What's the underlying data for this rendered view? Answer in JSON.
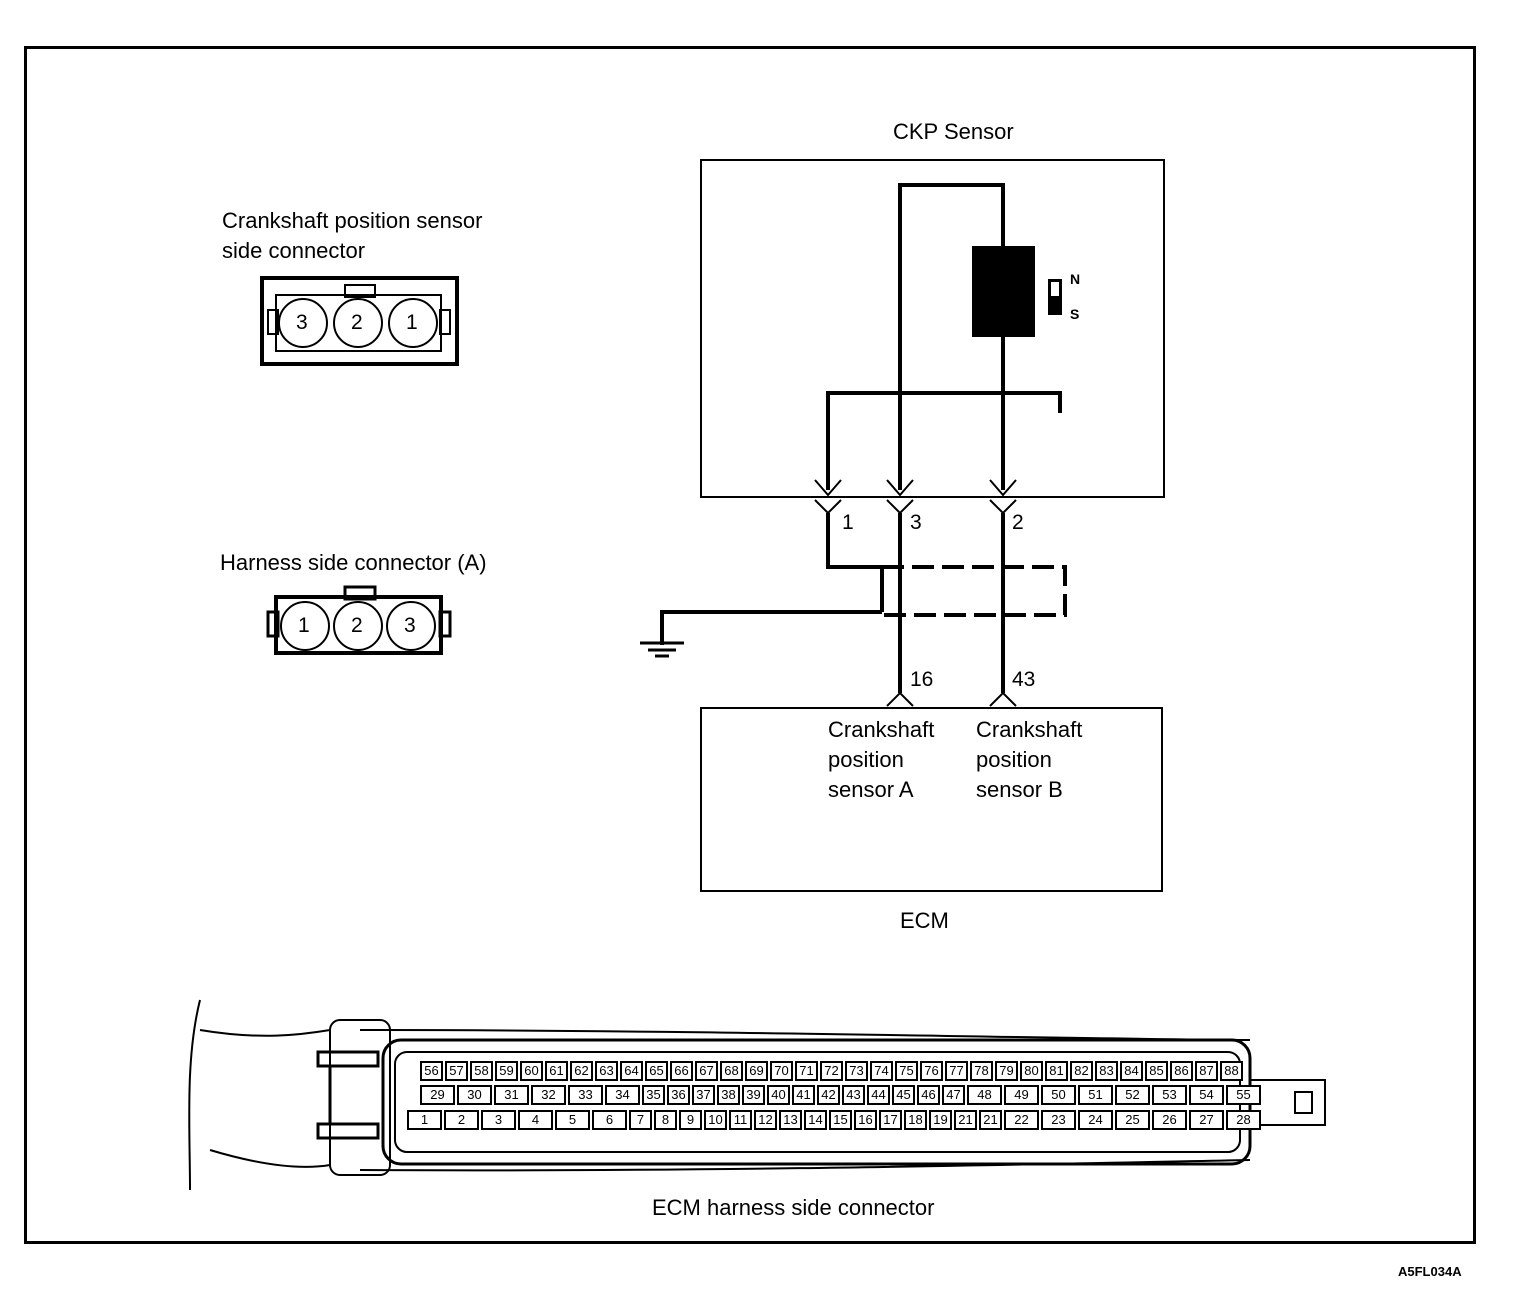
{
  "figure_code": "A5FL034A",
  "ckp_sensor": {
    "title": "CKP Sensor",
    "magnet_north": "N",
    "magnet_south": "S",
    "terminals": [
      "1",
      "3",
      "2"
    ]
  },
  "crankshaft_connector": {
    "title_line1": "Crankshaft position sensor",
    "title_line2": "side connector",
    "pins": [
      "3",
      "2",
      "1"
    ]
  },
  "harness_connector": {
    "title": "Harness side connector (A)",
    "pins": [
      "1",
      "2",
      "3"
    ]
  },
  "ecm": {
    "title": "ECM",
    "pin_a": "16",
    "pin_b": "43",
    "label_a": [
      "Crankshaft",
      "position",
      "sensor A"
    ],
    "label_b": [
      "Crankshaft",
      "position",
      "sensor B"
    ]
  },
  "ecm_connector": {
    "caption": "ECM harness side connector",
    "row_top": [
      "56",
      "57",
      "58",
      "59",
      "60",
      "61",
      "62",
      "63",
      "64",
      "65",
      "66",
      "67",
      "68",
      "69",
      "70",
      "71",
      "72",
      "73",
      "74",
      "75",
      "76",
      "77",
      "78",
      "79",
      "80",
      "81",
      "82",
      "83",
      "84",
      "85",
      "86",
      "87",
      "88"
    ],
    "row_mid": [
      "29",
      "30",
      "31",
      "32",
      "33",
      "34",
      "35",
      "36",
      "37",
      "38",
      "39",
      "40",
      "41",
      "42",
      "43",
      "44",
      "45",
      "46",
      "47",
      "48",
      "49",
      "50",
      "51",
      "52",
      "53",
      "54",
      "55"
    ],
    "row_bot": [
      "1",
      "2",
      "3",
      "4",
      "5",
      "6",
      "7",
      "8",
      "9",
      "10",
      "11",
      "12",
      "13",
      "14",
      "15",
      "16",
      "17",
      "18",
      "19",
      "21",
      "21",
      "22",
      "23",
      "24",
      "25",
      "26",
      "27",
      "28"
    ]
  }
}
